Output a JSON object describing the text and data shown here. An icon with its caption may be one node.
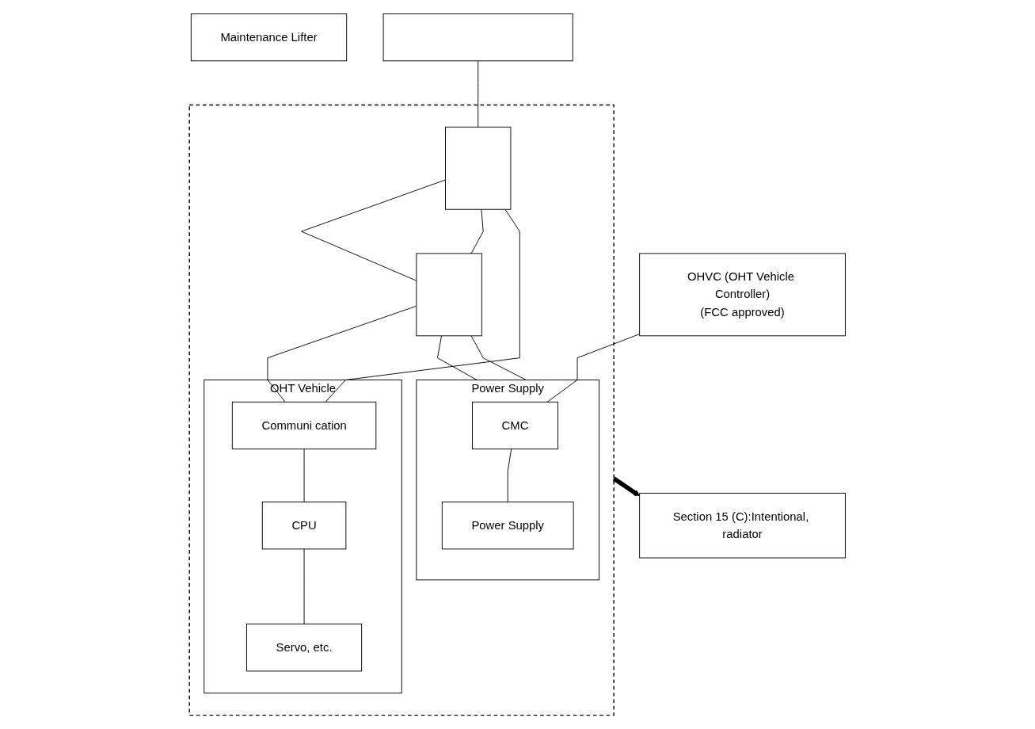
{
  "diagram": {
    "nodes": [
      {
        "text": [],
        "shape": "box"
      },
      {
        "text": [],
        "shape": "bar"
      },
      {
        "text": [],
        "shape": "box",
        "in": 0
      },
      {
        "text": [],
        "shape": "box",
        "in": 0
      },
      {
        "text": [
          "OHT Vehicle"
        ],
        "in": 0
      },
      {
        "text": [
          "Communi cation"
        ],
        "in": 4
      },
      {
        "text": [
          "CPU"
        ],
        "in": 4
      },
      {
        "text": [
          "Servo, etc."
        ],
        "in": 4
      },
      {
        "text": [
          "Power Supply"
        ],
        "in": 0
      },
      {
        "text": [
          "CMC"
        ],
        "in": 8
      },
      {
        "text": [
          "Power Supply"
        ],
        "in": 8
      },
      {
        "text": [
          "Maintenance Lifter"
        ]
      },
      {
        "text": [
          "Section 15 (C):Intentional, radiator"
        ]
      },
      {
        "text": [
          "OHVC (OHT Vehicle Controller)",
          "(FCC approved)"
        ]
      }
    ],
    "edges": [
      {
        "from": 1,
        "to": 2,
        "arrow": "none"
      },
      {
        "from": 2,
        "to": 3,
        "arrow": "none"
      },
      {
        "from": 2,
        "to": 3,
        "arrow": "none"
      },
      {
        "from": 3,
        "to": 8,
        "arrow": "none"
      },
      {
        "from": 3,
        "to": 8,
        "arrow": "none"
      },
      {
        "from": 2,
        "to": 5,
        "arrow": "none"
      },
      {
        "from": 3,
        "to": 5,
        "arrow": "none"
      },
      {
        "from": 5,
        "to": 6,
        "arrow": "none"
      },
      {
        "from": 6,
        "to": 7,
        "arrow": "none"
      },
      {
        "from": 9,
        "to": 10,
        "arrow": "none"
      },
      {
        "from": 13,
        "to": 9,
        "arrow": "none"
      },
      {
        "from": 0,
        "to": 12,
        "arrow": "to",
        "style": "thick"
      }
    ]
  }
}
